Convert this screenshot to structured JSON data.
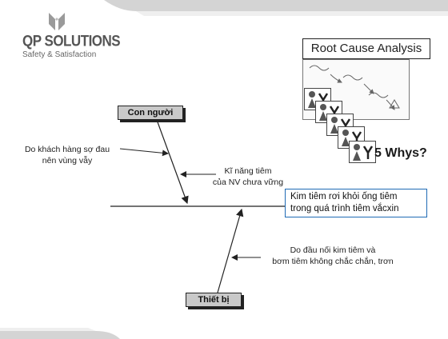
{
  "logo": {
    "title": "QP SOLUTIONS",
    "subtitle": "Safety & Satisfaction"
  },
  "panel": {
    "title": "Root Cause Analysis",
    "whys": "5 Whys?"
  },
  "fishbone": {
    "effect_line1": "Kim tiêm rơi khỏi ống tiêm",
    "effect_line2": "trong quá trình tiêm vắcxin",
    "categories": [
      {
        "label": "Con người",
        "causes": [
          {
            "line1": "Do khách hàng sợ đau",
            "line2": "nên vùng vẫy"
          },
          {
            "line1": "Kĩ năng tiêm",
            "line2": "của NV chưa vững"
          }
        ]
      },
      {
        "label": "Thiết bị",
        "causes": [
          {
            "line1": "Do đầu nối kim tiêm và",
            "line2": "bơm tiêm không chắc chắn, trơn"
          }
        ]
      }
    ]
  },
  "colors": {
    "effect_border": "#1f6bb5",
    "category_fill": "#c9c9c9",
    "band": "#d4d4d4"
  }
}
